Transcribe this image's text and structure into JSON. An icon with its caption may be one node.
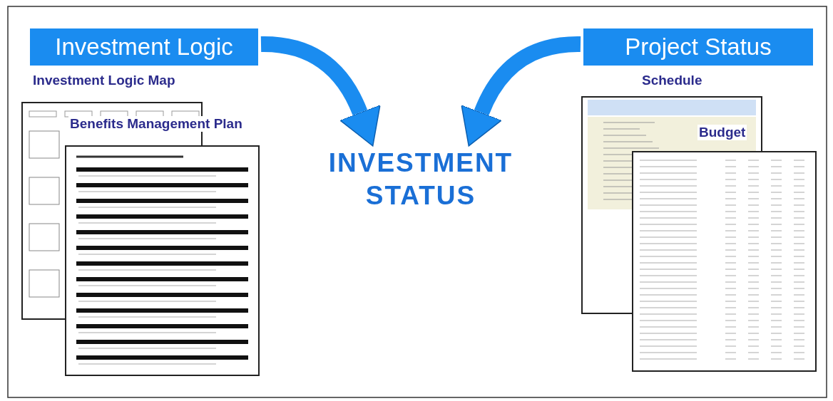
{
  "diagram": {
    "nodes": [
      {
        "text": [
          "Investment Logic"
        ]
      },
      {
        "text": [
          "Project Status"
        ]
      },
      {
        "text": [
          "INVESTMENT STATUS"
        ]
      }
    ],
    "edges": [
      {
        "from": 0,
        "to": 2,
        "arrow": "to"
      },
      {
        "from": 1,
        "to": 2,
        "arrow": "to"
      }
    ],
    "labels": [
      "Investment Logic Map",
      "Benefits Management Plan",
      "Schedule",
      "Budget"
    ]
  }
}
